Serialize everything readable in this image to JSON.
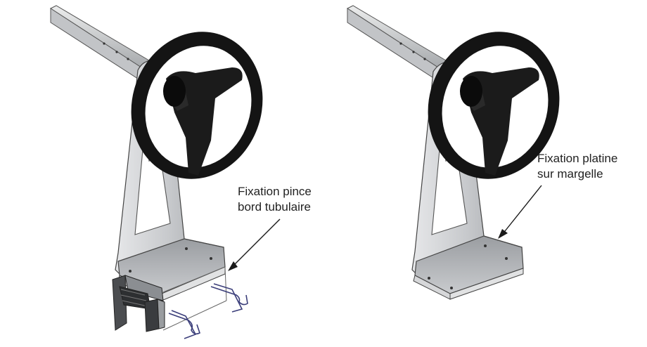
{
  "colors": {
    "background": "#ffffff",
    "steel": "#b9bcc0",
    "steel_dark": "#8d9094",
    "wheel": "#121212",
    "line": "#1a1a1a"
  },
  "left_label": {
    "line1": "Fixation pince",
    "line2": "bord tubulaire"
  },
  "right_label": {
    "line1": "Fixation platine",
    "line2": "sur margelle"
  },
  "icons": {
    "left_assembly": "roller-stand-with-clamp-icon",
    "right_assembly": "roller-stand-with-plate-icon",
    "wheel": "steering-wheel-icon"
  }
}
